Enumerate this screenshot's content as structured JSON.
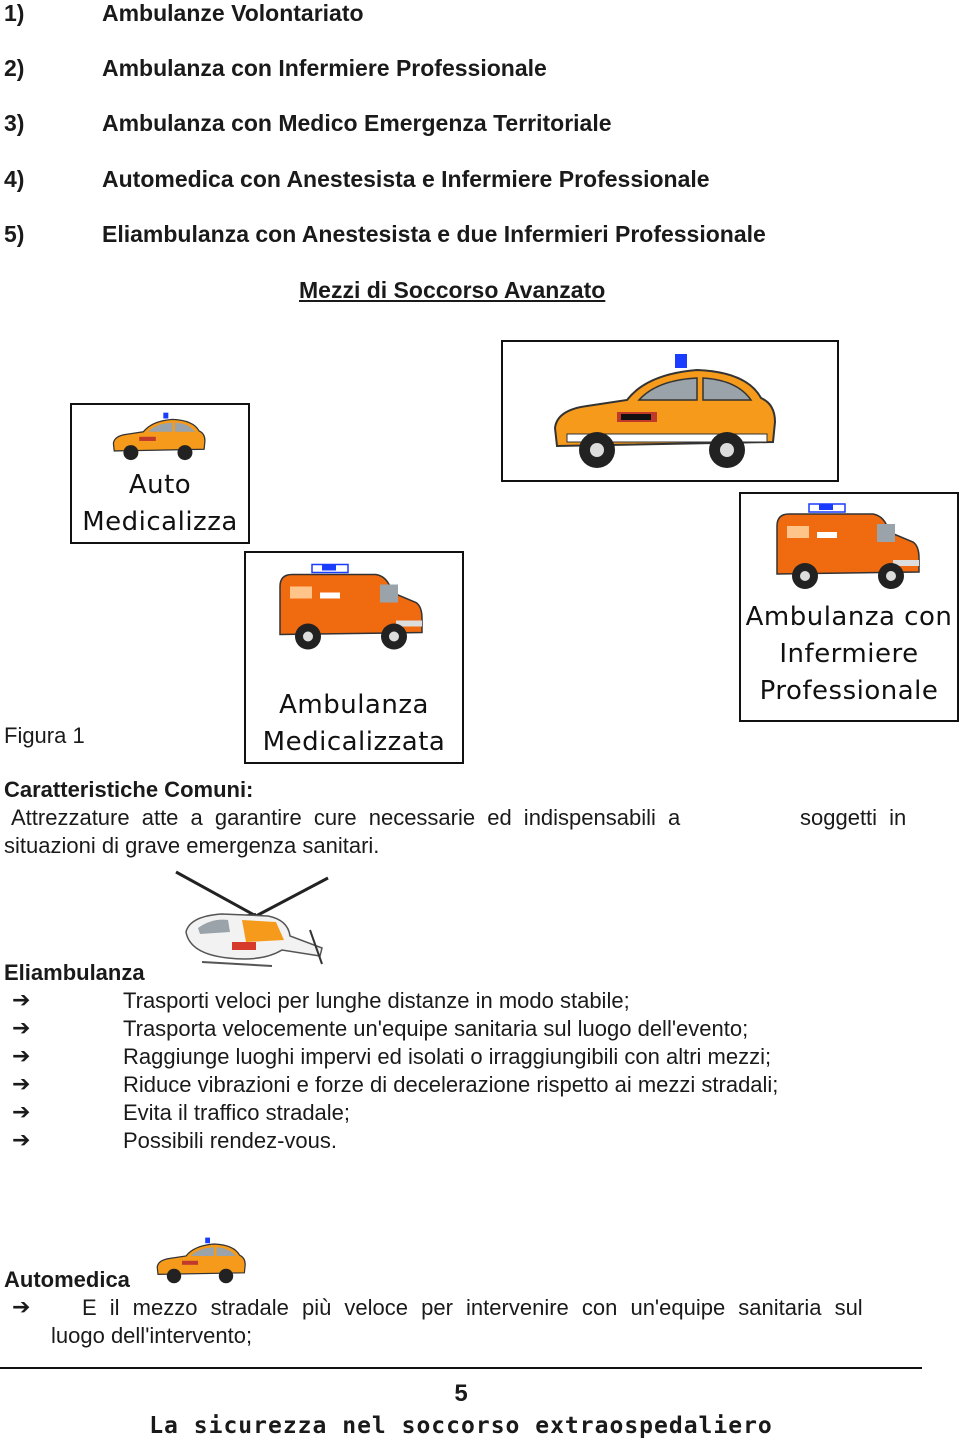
{
  "numbered_list": [
    {
      "num": "1)",
      "text": "Ambulanze Volontariato"
    },
    {
      "num": "2)",
      "text": "Ambulanza con Infermiere Professionale"
    },
    {
      "num": "3)",
      "text": "Ambulanza con Medico Emergenza Territoriale"
    },
    {
      "num": "4)",
      "text": "Automedica con Anestesista e Infermiere Professionale"
    },
    {
      "num": "5)",
      "text": "Eliambulanza con Anestesista e due Infermieri Professionale"
    }
  ],
  "section_title": "Mezzi di Soccorso Avanzato",
  "figure": {
    "caption": "Figura 1",
    "box_auto": {
      "line1": "Auto",
      "line2": "Medicalizza"
    },
    "box_ambulanza_med": {
      "line1": "Ambulanza",
      "line2": "Medicalizzata"
    },
    "box_ambulanza_inf": {
      "line1": "Ambulanza con",
      "line2": "Infermiere",
      "line3": "Professionale"
    }
  },
  "caratteristiche": {
    "heading": "Caratteristiche Comuni:",
    "line1": "Attrezzature atte a garantire cure necessarie ed indispensabili a",
    "line1_end": "soggetti in",
    "line2": "situazioni di grave emergenza sanitari."
  },
  "eliambulanza": {
    "heading": "Eliambulanza",
    "bullets": [
      "Trasporti veloci per lunghe distanze in modo stabile;",
      "Trasporta velocemente un'equipe sanitaria sul luogo dell'evento;",
      "Raggiunge luoghi impervi ed isolati o irraggiungibili con altri mezzi;",
      "Riduce vibrazioni e forze di decelerazione rispetto ai mezzi stradali;",
      "Evita il traffico stradale;",
      "Possibili rendez-vous."
    ]
  },
  "automedica": {
    "heading": "Automedica",
    "line1": "E il mezzo stradale più veloce per intervenire con un'equipe sanitaria sul",
    "line2": "luogo dell'intervento;"
  },
  "footer": {
    "page_number": "5",
    "title": "La sicurezza nel soccorso extraospedaliero"
  },
  "bullet_glyph": "➔",
  "icons": [
    "car-icon",
    "ambulance-icon",
    "helicopter-icon"
  ],
  "colors": {
    "vehicle_orange": "#f59a1b",
    "ambulance_orange": "#f06a10",
    "siren_blue": "#1a3cff"
  }
}
